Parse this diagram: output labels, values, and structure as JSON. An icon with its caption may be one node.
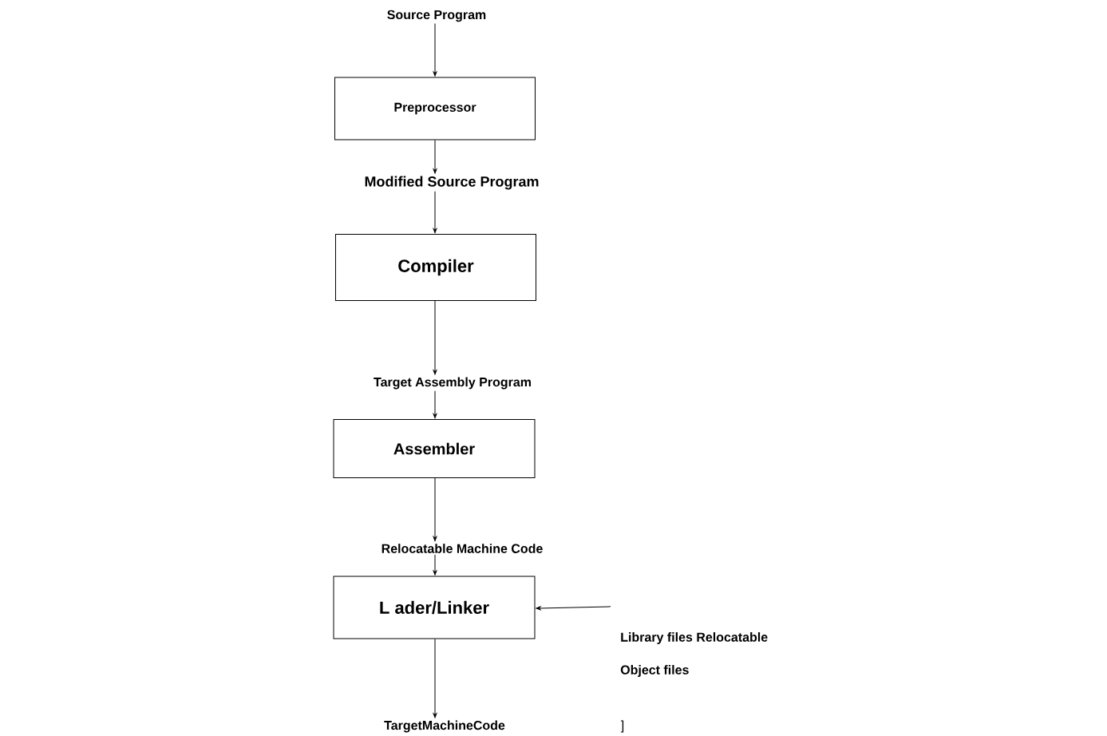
{
  "diagram": {
    "nodes": [
      {
        "text": [
          "Source Program"
        ]
      },
      {
        "text": [
          "Preprocessor"
        ]
      },
      {
        "text": [
          "Modified Source Program"
        ]
      },
      {
        "text": [
          "Compiler"
        ]
      },
      {
        "text": [
          "Target Assembly Program"
        ]
      },
      {
        "text": [
          "Assembler"
        ]
      },
      {
        "text": [
          "Relocatable Machine Code"
        ]
      },
      {
        "text": [
          "L ader/Linker"
        ]
      },
      {
        "text": [
          "Library files Relocatable",
          "Object files"
        ]
      },
      {
        "text": [
          "TargetMachineCode"
        ]
      }
    ],
    "edges": [
      {
        "from": 0,
        "to": 1,
        "arrow": "to"
      },
      {
        "from": 1,
        "to": 2,
        "arrow": "to"
      },
      {
        "from": 2,
        "to": 3,
        "arrow": "to"
      },
      {
        "from": 3,
        "to": 4,
        "arrow": "to"
      },
      {
        "from": 4,
        "to": 5,
        "arrow": "to"
      },
      {
        "from": 5,
        "to": 6,
        "arrow": "to"
      },
      {
        "from": 6,
        "to": 7,
        "arrow": "to"
      },
      {
        "from": 7,
        "to": 9,
        "arrow": "to"
      },
      {
        "from": 8,
        "to": 7,
        "arrow": "to"
      }
    ],
    "labels": [
      "]"
    ]
  }
}
